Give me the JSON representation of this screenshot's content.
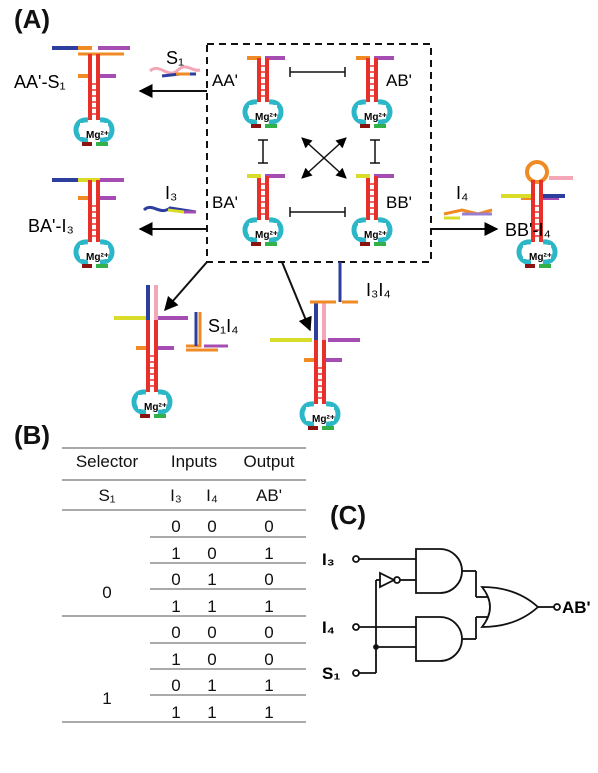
{
  "panel_a": {
    "label": "(A)",
    "center_states": [
      "AA'",
      "AB'",
      "BA'",
      "BB'"
    ],
    "outer_labels": {
      "aa_s1": "AA'-S₁",
      "ba_i3": "BA'-I₃",
      "bb_i4": "BB'-I₄"
    },
    "inputs": {
      "s1": "S₁",
      "i3": "I₃",
      "i4": "I₄",
      "s1i4": "S₁I₄",
      "i3i4": "I₃I₄"
    },
    "ion": "Mg²⁺"
  },
  "panel_b": {
    "label": "(B)",
    "header_groups": [
      "Selector",
      "Inputs",
      "Output"
    ],
    "header_cols": [
      "S₁",
      "I₃",
      "I₄",
      "AB'"
    ],
    "rows": [
      {
        "s1": "",
        "i3": "0",
        "i4": "0",
        "out": "0"
      },
      {
        "s1": "",
        "i3": "1",
        "i4": "0",
        "out": "1"
      },
      {
        "s1": "0",
        "i3": "0",
        "i4": "1",
        "out": "0"
      },
      {
        "s1": "",
        "i3": "1",
        "i4": "1",
        "out": "1"
      },
      {
        "s1": "",
        "i3": "0",
        "i4": "0",
        "out": "0"
      },
      {
        "s1": "",
        "i3": "1",
        "i4": "0",
        "out": "0"
      },
      {
        "s1": "1",
        "i3": "0",
        "i4": "1",
        "out": "1"
      },
      {
        "s1": "",
        "i3": "1",
        "i4": "1",
        "out": "1"
      }
    ]
  },
  "panel_c": {
    "label": "(C)",
    "inputs": [
      "I₃",
      "I₄",
      "S₁"
    ],
    "output": "AB'"
  },
  "colors": {
    "red": "#e8302a",
    "blue": "#2c3e9e",
    "purple": "#a64db3",
    "orange": "#f08a24",
    "yellow": "#d9dd2a",
    "pink": "#f3a6b6",
    "green": "#33b048",
    "darkred": "#8c1111",
    "cyan": "#2bb7c8",
    "lavender": "#9a7fd1"
  }
}
